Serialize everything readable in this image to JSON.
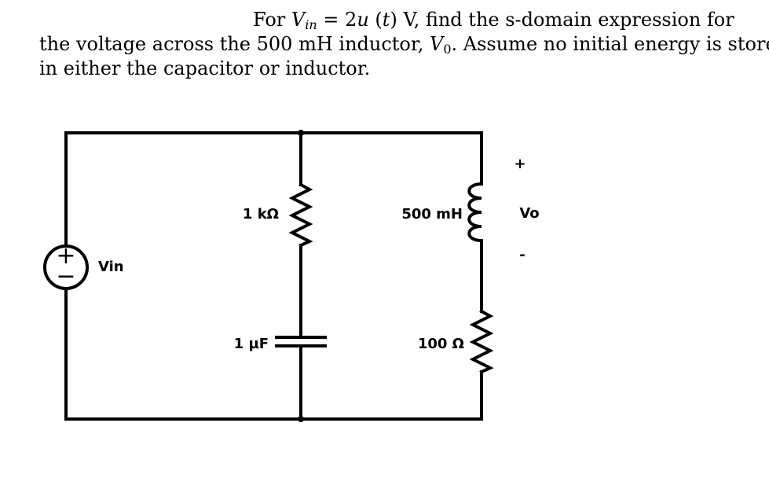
{
  "problem": {
    "for_word": "For",
    "vin_symbol": "V",
    "vin_subscript": "in",
    "equals_expr": " = 2",
    "u_fn": "u",
    "paren_open": " (",
    "t_var": "t",
    "paren_close": ")",
    "rest_line1": " V, find the s-domain expression for",
    "line2_a": "the voltage across the 500 mH inductor, ",
    "vo_symbol": "V",
    "vo_subscript": "0",
    "line2_b": ". Assume no initial energy is stored",
    "line3": "in either the capacitor or inductor."
  },
  "circuit": {
    "source_label": "Vin",
    "source_plus": "+",
    "source_minus": "−",
    "resistor1_label": "1 kΩ",
    "capacitor_label": "1 µF",
    "inductor_label": "500 mH",
    "resistor2_label": "100 Ω",
    "output_label": "Vo",
    "output_plus": "+",
    "output_minus": "-"
  }
}
